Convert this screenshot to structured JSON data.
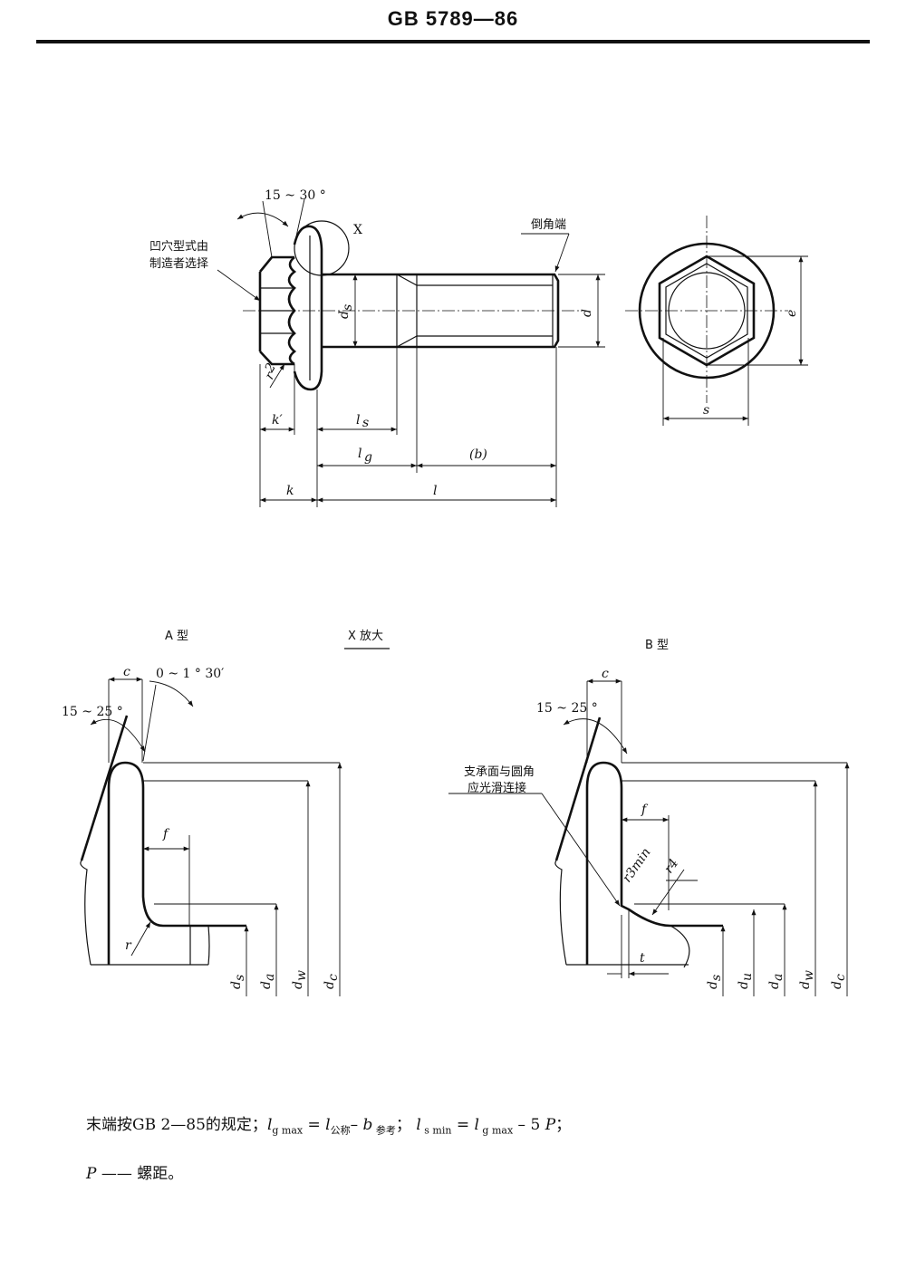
{
  "header": {
    "title": "GB 5789—86"
  },
  "labels": {
    "angle_top": "15 ~ 30 °",
    "x_detail": "X",
    "chamfer_end": "倒角端",
    "recess_note_line1": "凹穴型式由",
    "recess_note_line2": "制造者选择",
    "ds": "d",
    "ds_sub": "s",
    "d": "d",
    "e": "e",
    "s": "s",
    "r2": "r",
    "r2_sub": "2",
    "k_prime": "k′",
    "k": "k",
    "ls": "l",
    "ls_sub": "s",
    "lg": "l",
    "lg_sub": "g",
    "b": "(b)",
    "l": "l",
    "type_a": "A 型",
    "x_enlarged": "X 放大",
    "type_b": "B 型",
    "c": "c",
    "angle_detail": "0 ~ 1 ° 30′",
    "angle_a": "15 ~ 25 °",
    "angle_b": "15 ~ 25 °",
    "f": "f",
    "r": "r",
    "t": "t",
    "r3min": "r3min",
    "r4": "r4",
    "da": "d",
    "da_sub": "a",
    "dw": "d",
    "dw_sub": "w",
    "dc": "d",
    "dc_sub": "c",
    "du": "d",
    "du_sub": "u",
    "bearing_note_line1": "支承面与圆角",
    "bearing_note_line2": "应光滑连接"
  },
  "notes": {
    "line1_prefix": "末端按GB  2—85的规定；",
    "lgmax_lhs": "l",
    "lgmax_lhs_sub": "g max",
    "eq1": " = ",
    "lnom": "l",
    "lnom_sub": "公称",
    "minus1": "– ",
    "bref": "b",
    "bref_sub": " 参考",
    "sep": "；  ",
    "lsmin": "l",
    "lsmin_sub": " s min",
    "eq2": " = ",
    "lgmax2": "l",
    "lgmax2_sub": " g max",
    "minus5p": " –  5 ",
    "p1": "P",
    "end1": "；",
    "line2_p": "P",
    "line2_rest": " —— 螺距。"
  }
}
